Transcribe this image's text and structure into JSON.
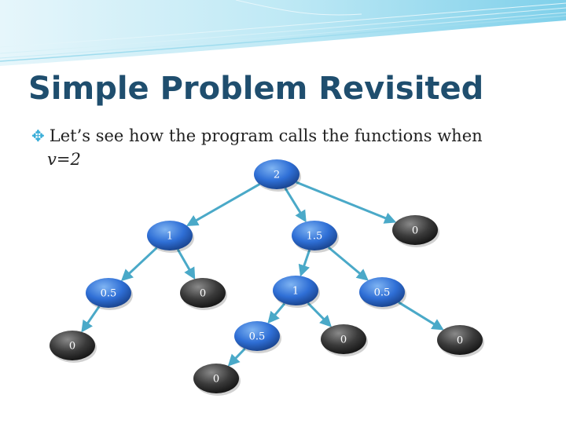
{
  "slide": {
    "title": "Simple Problem Revisited",
    "bullet_line1": "Let’s see how the program calls the functions when",
    "bullet_line2": "v=2"
  },
  "colors": {
    "title": "#1f4e6e",
    "arrow": "#4aa9c8",
    "node_blue": "#2f6fd6",
    "node_dark": "#3a3a3a",
    "bullet_marker": "#3aaed8"
  },
  "tree": {
    "nodes": [
      {
        "id": "n-root",
        "label": "2",
        "kind": "blue"
      },
      {
        "id": "n-a",
        "label": "1",
        "kind": "blue"
      },
      {
        "id": "n-b",
        "label": "1.5",
        "kind": "blue"
      },
      {
        "id": "n-c",
        "label": "0",
        "kind": "dark"
      },
      {
        "id": "n-a1",
        "label": "0.5",
        "kind": "blue"
      },
      {
        "id": "n-a2",
        "label": "0",
        "kind": "dark"
      },
      {
        "id": "n-b1",
        "label": "1",
        "kind": "blue"
      },
      {
        "id": "n-b2",
        "label": "0.5",
        "kind": "blue"
      },
      {
        "id": "n-a1a",
        "label": "0",
        "kind": "dark"
      },
      {
        "id": "n-b1a",
        "label": "0.5",
        "kind": "blue"
      },
      {
        "id": "n-b1b",
        "label": "0",
        "kind": "dark"
      },
      {
        "id": "n-b2a",
        "label": "0",
        "kind": "dark"
      },
      {
        "id": "n-b1aa",
        "label": "0",
        "kind": "dark"
      }
    ],
    "edges": [
      [
        "n-root",
        "n-a"
      ],
      [
        "n-root",
        "n-b"
      ],
      [
        "n-root",
        "n-c"
      ],
      [
        "n-a",
        "n-a1"
      ],
      [
        "n-a",
        "n-a2"
      ],
      [
        "n-b",
        "n-b1"
      ],
      [
        "n-b",
        "n-b2"
      ],
      [
        "n-a1",
        "n-a1a"
      ],
      [
        "n-b1",
        "n-b1a"
      ],
      [
        "n-b1",
        "n-b1b"
      ],
      [
        "n-b2",
        "n-b2a"
      ],
      [
        "n-b1a",
        "n-b1aa"
      ]
    ]
  }
}
